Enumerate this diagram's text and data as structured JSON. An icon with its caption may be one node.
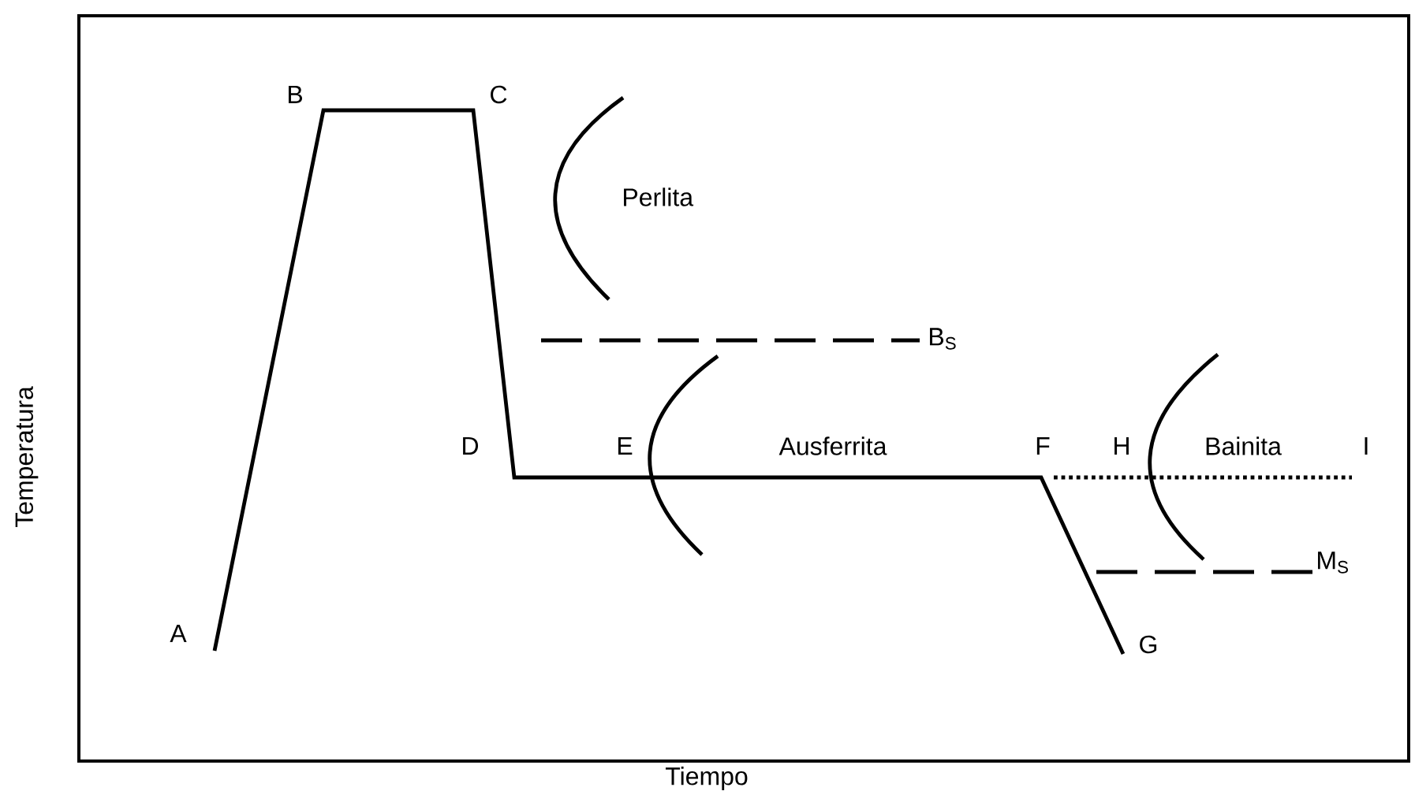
{
  "diagram": {
    "labels": [
      "B",
      "C",
      "Perlita",
      "B$_{S}$",
      "D",
      "E",
      "Ausferrita",
      "F",
      "H",
      "Bainita",
      "I",
      "M$_{S}$",
      "A",
      "G",
      "Temperatura",
      "Tiempo"
    ]
  }
}
